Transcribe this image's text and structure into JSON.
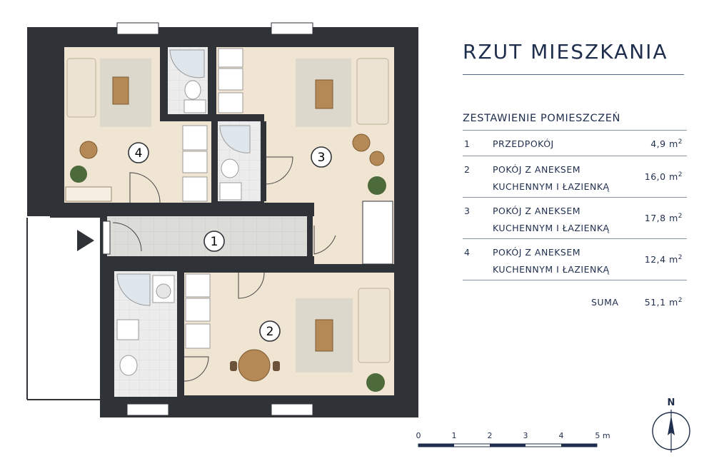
{
  "header": {
    "title": "RZUT MIESZKANIA"
  },
  "table": {
    "title": "ZESTAWIENIE POMIESZCZEŃ",
    "unit_superscript": "2",
    "rows": [
      {
        "no": "1",
        "name_lines": [
          "PRZEDPOKÓJ"
        ],
        "area": "4,9 m"
      },
      {
        "no": "2",
        "name_lines": [
          "POKÓJ Z ANEKSEM",
          "KUCHENNYM I ŁAZIENKĄ"
        ],
        "area": "16,0 m"
      },
      {
        "no": "3",
        "name_lines": [
          "POKÓJ Z ANEKSEM",
          "KUCHENNYM I ŁAZIENKĄ"
        ],
        "area": "17,8 m"
      },
      {
        "no": "4",
        "name_lines": [
          "POKÓJ Z ANEKSEM",
          "KUCHENNYM I ŁAZIENKĄ"
        ],
        "area": "12,4 m"
      }
    ],
    "sum_label": "SUMA",
    "sum_area": "51,1 m"
  },
  "plan": {
    "room_labels": [
      "1",
      "2",
      "3",
      "4"
    ]
  },
  "scale_bar": {
    "labels": [
      "0",
      "1",
      "2",
      "3",
      "4",
      "5 m"
    ]
  },
  "compass": {
    "label": "N"
  },
  "colors": {
    "wall": "#2f3338",
    "floor_room": "#f0e4d2",
    "floor_hall": "#dcdcd8",
    "floor_bath": "#e8e8e8",
    "rug": "#dcd8cc",
    "wood": "#b58955",
    "sofa": "#ece3d2",
    "plant": "#4d6a3a",
    "text": "#1f2e4d"
  }
}
